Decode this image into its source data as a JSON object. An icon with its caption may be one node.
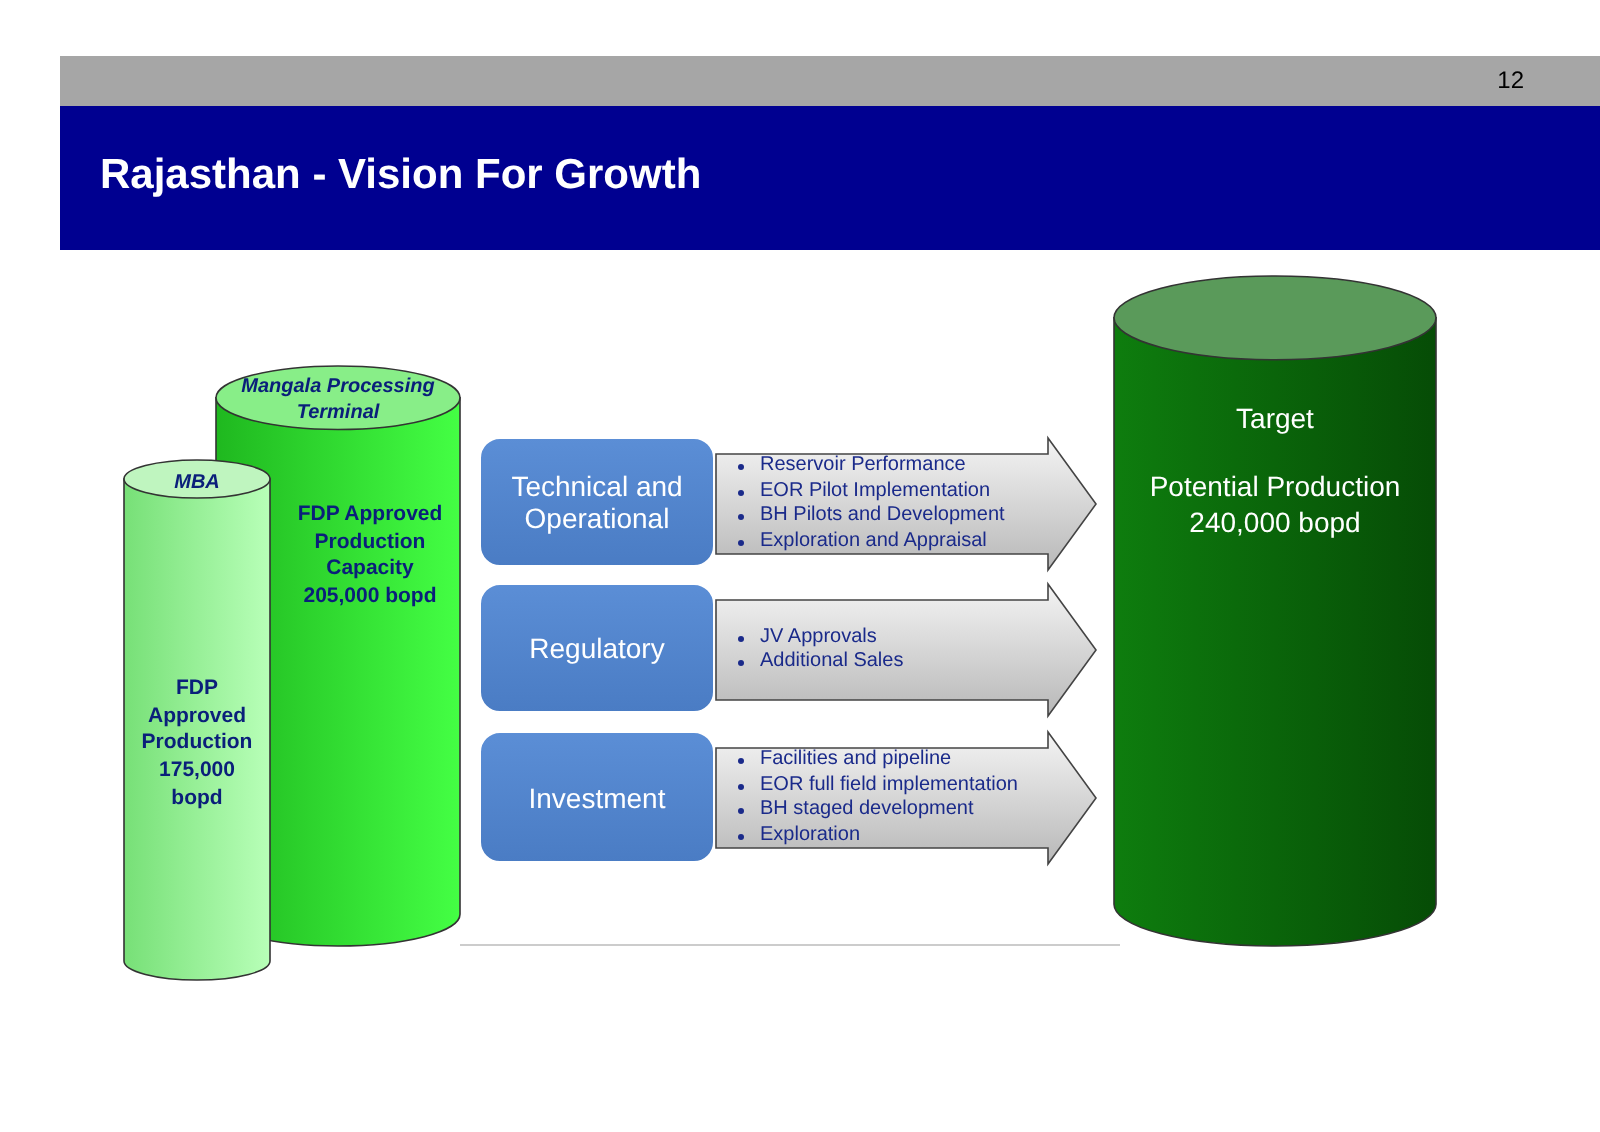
{
  "diagram": {
    "title": "Rajasthan - Vision For Growth",
    "nodes": [
      {
        "text": [
          "Mangala Processing Terminal",
          "FDP Approved Production Capacity 205,000 bopd"
        ]
      },
      {
        "text": [
          "MBA",
          "FDP Approved Production 175,000 bopd"
        ]
      },
      {
        "text": [
          "Technical and Operational"
        ]
      },
      {
        "text": [
          "Reservoir Performance",
          "EOR Pilot Implementation",
          "BH Pilots and Development",
          "Exploration and Appraisal"
        ]
      },
      {
        "text": [
          "Regulatory"
        ]
      },
      {
        "text": [
          "JV Approvals",
          "Additional Sales"
        ]
      },
      {
        "text": [
          "Investment"
        ]
      },
      {
        "text": [
          "Facilities and pipeline",
          "EOR full field implementation",
          "BH staged development",
          "Exploration"
        ]
      },
      {
        "text": [
          "Target",
          "Potential Production 240,000 bopd"
        ]
      }
    ],
    "edges": [],
    "labels": [
      "12"
    ]
  }
}
